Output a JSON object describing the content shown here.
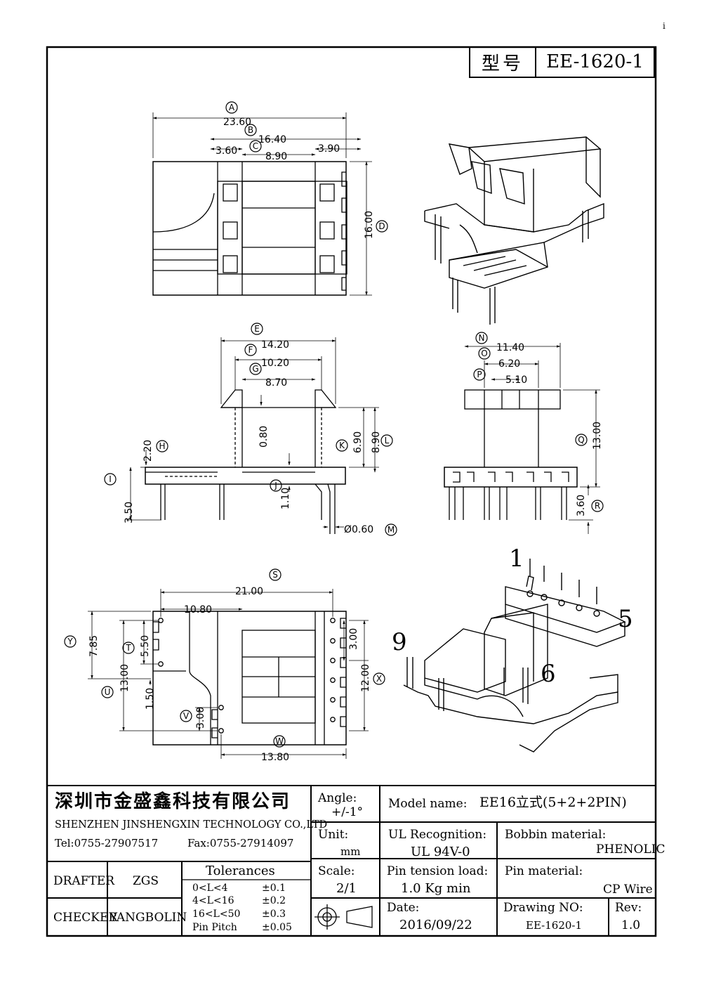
{
  "corner_mark": "i",
  "model": {
    "label": "型号",
    "value": "EE-1620-1"
  },
  "dims": {
    "A": "23.60",
    "B": "16.40",
    "C": "8.90",
    "C_left": "3.60",
    "C_right": "3.90",
    "D": "16.00",
    "E": "14.20",
    "F": "10.20",
    "G": "8.70",
    "G_small": "0.80",
    "H": "2.20",
    "I": "3.50",
    "J": "1.10",
    "K": "6.90",
    "L": "8.90",
    "M": "Ø0.60",
    "N": "11.40",
    "O": "6.20",
    "P": "5.10",
    "Q": "13.00",
    "R": "3.60",
    "S": "21.00",
    "S_inner": "10.80",
    "T": "5.50",
    "U": "13.00",
    "U_small": "1.50",
    "V": "3.00",
    "W": "13.80",
    "X": "12.00",
    "X_small": "3.00",
    "Y": "7.85"
  },
  "letters": [
    "A",
    "B",
    "C",
    "D",
    "E",
    "F",
    "G",
    "H",
    "I",
    "J",
    "K",
    "L",
    "M",
    "N",
    "O",
    "P",
    "Q",
    "R",
    "S",
    "T",
    "U",
    "V",
    "W",
    "X",
    "Y"
  ],
  "pin_labels": {
    "p1": "1",
    "p5": "5",
    "p6": "6",
    "p9": "9"
  },
  "title_block": {
    "company_cn": "深圳市金盛鑫科技有限公司",
    "company_en": "SHENZHEN JINSHENGXIN TECHNOLOGY CO.,LTD",
    "tel": "Tel:0755-27907517",
    "fax": "Fax:0755-27914097",
    "drafter_label": "DRAFTER",
    "drafter": "ZGS",
    "checker_label": "CHECKER",
    "checker": "YANGBOLIN",
    "tolerances_title": "Tolerances",
    "tolerances": [
      {
        "range": "0<L<4",
        "value": "±0.1"
      },
      {
        "range": "4<L<16",
        "value": "±0.2"
      },
      {
        "range": "16<L<50",
        "value": "±0.3"
      },
      {
        "range": "Pin Pitch",
        "value": "±0.05"
      }
    ],
    "angle_label": "Angle:",
    "angle": "+/-1°",
    "unit_label": "Unit:",
    "unit": "mm",
    "scale_label": "Scale:",
    "scale": "2/1",
    "model_name_label": "Model name:",
    "model_name": "EE16立式(5+2+2PIN)",
    "ul_label": "UL Recognition:",
    "ul": "UL 94V-0",
    "bobbin_label": "Bobbin material:",
    "bobbin": "PHENOLIC",
    "pin_tension_label": "Pin tension load:",
    "pin_tension": "1.0 Kg min",
    "pin_material_label": "Pin material:",
    "pin_material": "CP Wire",
    "date_label": "Date:",
    "date": "2016/09/22",
    "drawing_no_label": "Drawing NO:",
    "drawing_no": "EE-1620-1",
    "rev_label": "Rev:",
    "rev": "1.0"
  }
}
